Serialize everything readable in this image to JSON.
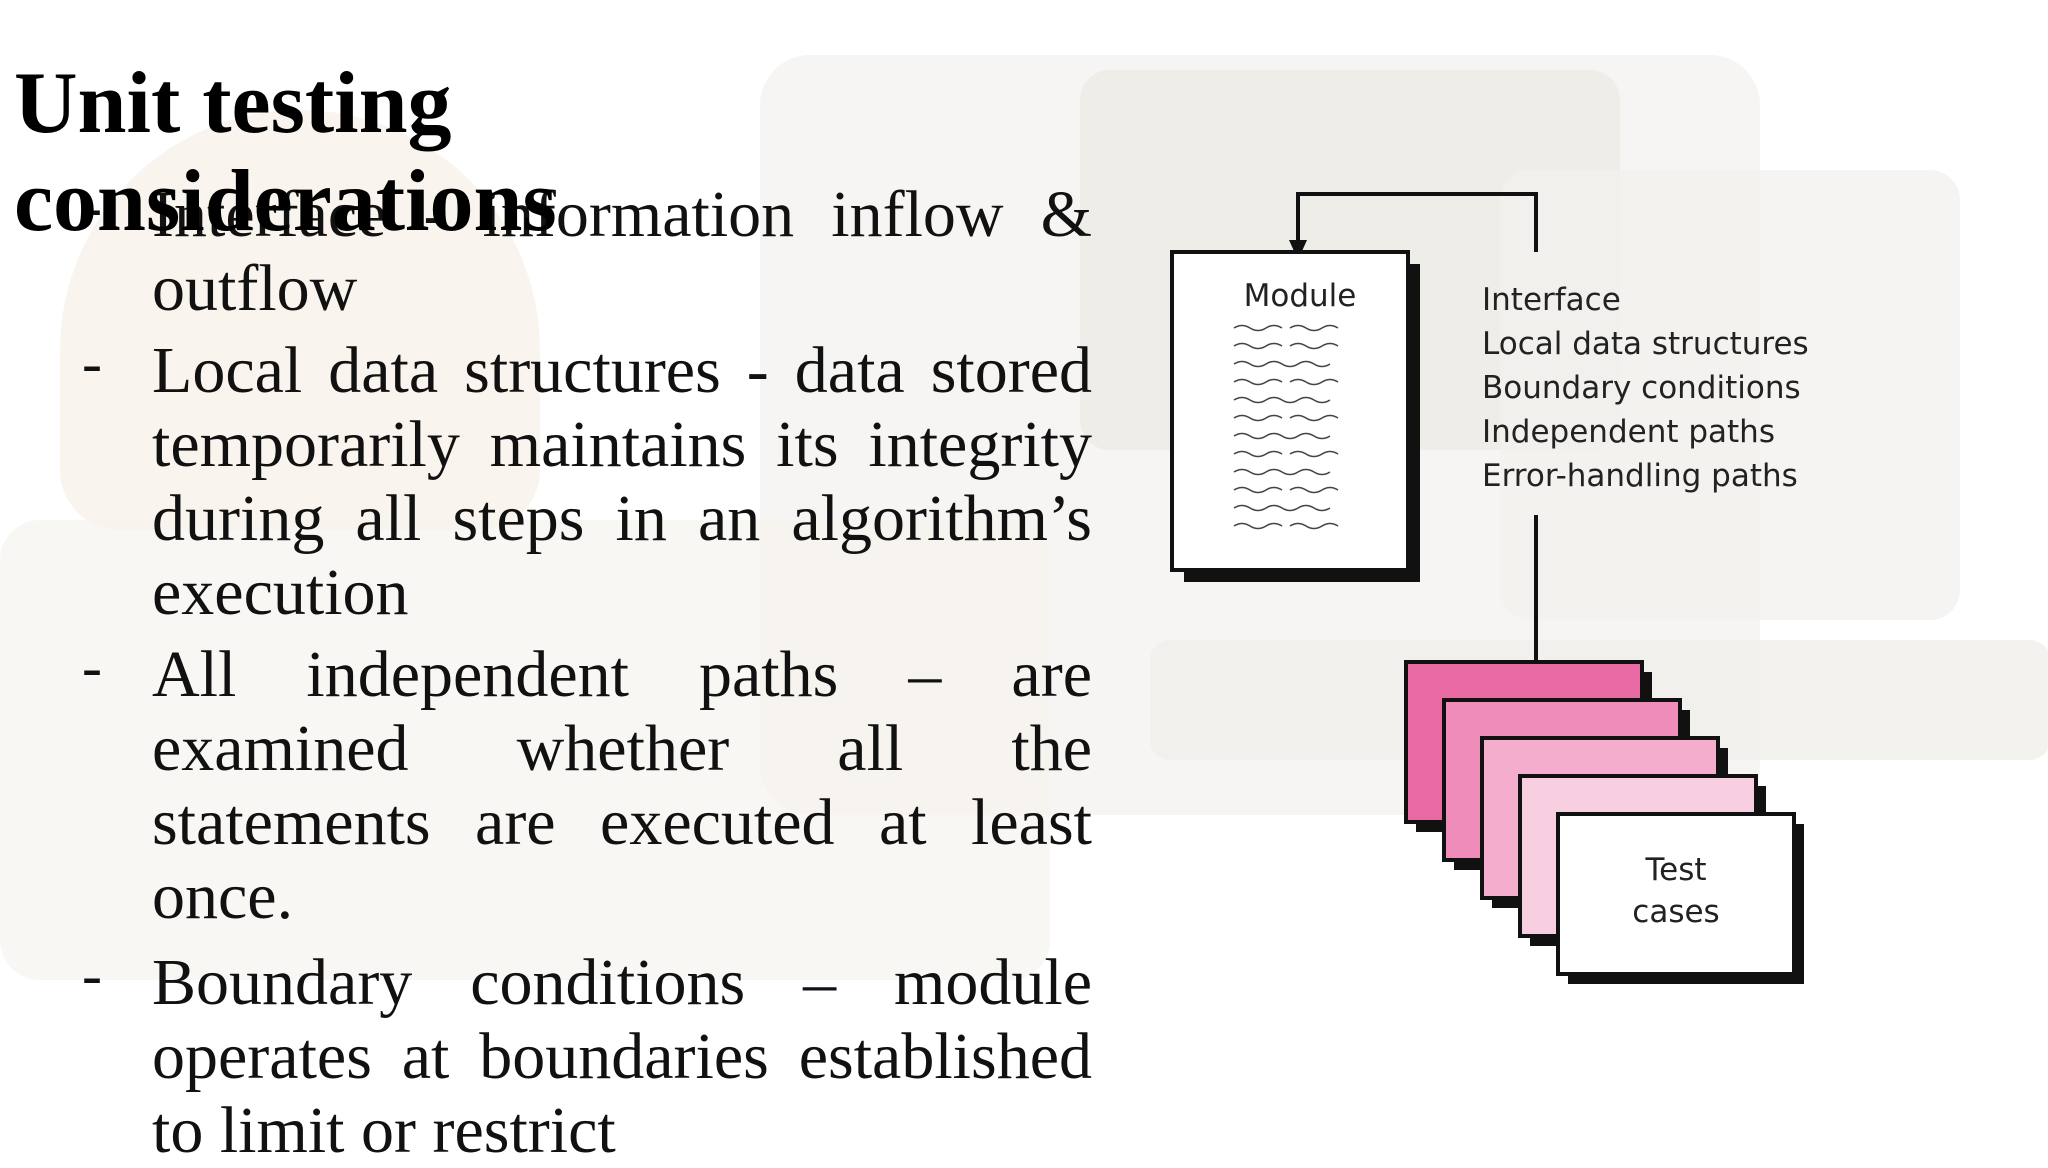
{
  "slide": {
    "title": "Unit testing considerations",
    "bullets": [
      {
        "marker": "-",
        "text": "Interface - information inflow & outflow"
      },
      {
        "marker": "-",
        "text": "Local data structures - data stored temporarily maintains its integrity during all steps in an algorithm’s execution"
      },
      {
        "marker": "-",
        "text": "All independent paths – are examined whether all the statements are executed at least once."
      },
      {
        "marker": "-",
        "text": "Boundary conditions – module operates at boundaries established to limit or restrict"
      }
    ]
  },
  "diagram": {
    "module_label": "Module",
    "considerations": [
      "Interface",
      "Local data structures",
      "Boundary conditions",
      "Independent paths",
      "Error-handling paths"
    ],
    "test_cases_line1": "Test",
    "test_cases_line2": "cases",
    "colors": {
      "card1": "#e96aa2",
      "card2": "#ef8cba",
      "card3": "#f4adcd",
      "card4": "#f8cfe1",
      "card5": "#ffffff",
      "shadow": "#111111"
    }
  }
}
